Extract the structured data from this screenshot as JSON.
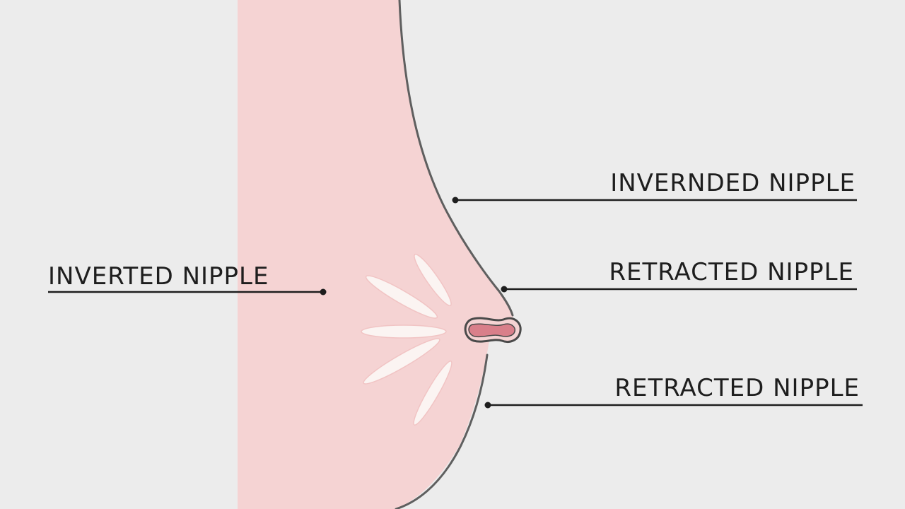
{
  "labels": {
    "invernded": "INVERNDED NIPPLE",
    "retracted_upper": "RETRACTED NIPPLE",
    "retracted_lower": "RETRACTED NIPPLE",
    "inverted": "INVERTED NIPPLE"
  },
  "colors": {
    "background": "#ececec",
    "tissue": "#f5d3d3",
    "outline": "#5f5f5f",
    "nipple_fill": "#d97f8a",
    "ducts": "#fbf4f2",
    "leader_lines": "#1e1e1e"
  }
}
